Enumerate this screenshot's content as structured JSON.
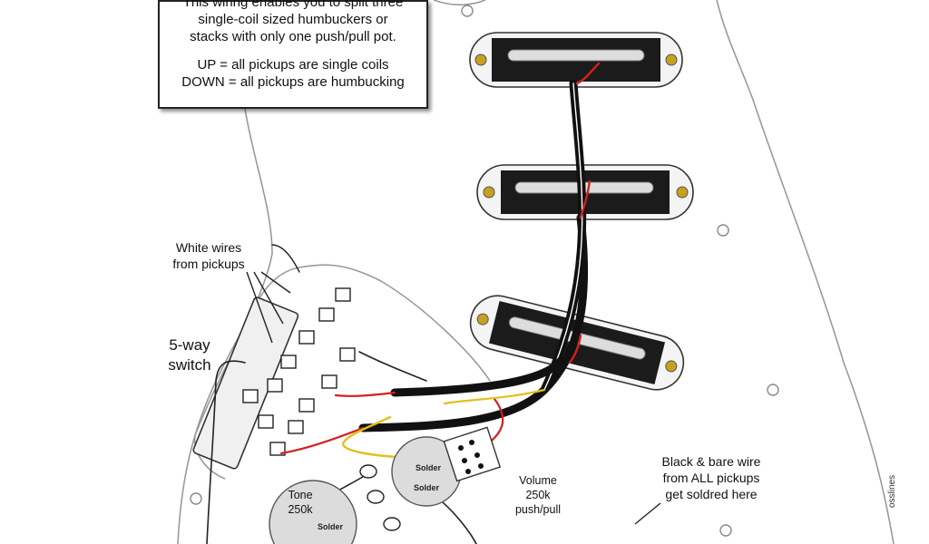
{
  "note": {
    "line1": "This wiring enables you to split three",
    "line2": "single-coil sized humbuckers or",
    "line3": "stacks with only one push/pull pot.",
    "line4": "UP = all pickups are single coils",
    "line5": "DOWN = all pickups are humbucking"
  },
  "labels": {
    "white_wires_1": "White wires",
    "white_wires_2": "from pickups",
    "switch_1": "5-way",
    "switch_2": "switch",
    "ground_1": "Black & bare wire",
    "ground_2": "from ALL pickups",
    "ground_3": "get soldred here",
    "volume_1": "Volume",
    "volume_2": "250k",
    "volume_3": "push/pull",
    "tone_1": "Tone",
    "tone_2": "250k",
    "solder_1": "Solder",
    "solder_2": "Solder",
    "solder_3": "Solder",
    "side_text": "osslines"
  },
  "colors": {
    "wire_black": "#111111",
    "wire_red": "#d42020",
    "wire_yellow": "#e0c020",
    "wire_white": "#ffffff",
    "pickup_body": "#f4f4f4",
    "pickup_label": "#222222",
    "eyelet": "#c8a020"
  }
}
